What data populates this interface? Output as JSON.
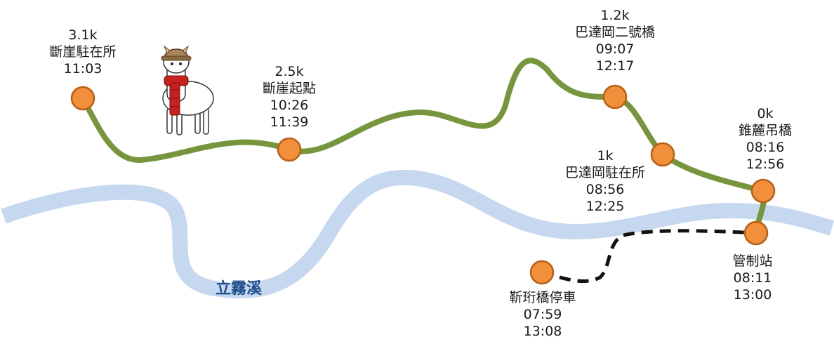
{
  "river": {
    "name": "立霧溪",
    "color": "#c6d8ef"
  },
  "colors": {
    "trail": "#76953c",
    "station": "#f28f3b",
    "station_stroke": "#b85f14",
    "access": "#111111"
  },
  "stations": [
    {
      "id": "s31",
      "lines": [
        "3.1k",
        "斷崖駐在所",
        "11:03"
      ]
    },
    {
      "id": "s25",
      "lines": [
        "2.5k",
        "斷崖起點",
        "10:26",
        "11:39"
      ]
    },
    {
      "id": "s12",
      "lines": [
        "1.2k",
        "巴達岡二號橋",
        "09:07",
        "12:17"
      ]
    },
    {
      "id": "s10",
      "lines": [
        "1k",
        "巴達岡駐在所",
        "08:56",
        "12:25"
      ]
    },
    {
      "id": "s00",
      "lines": [
        "0k",
        "錐麓吊橋",
        "08:16",
        "12:56"
      ]
    },
    {
      "id": "guard",
      "lines": [
        "管制站",
        "08:11",
        "13:00"
      ]
    },
    {
      "id": "parking",
      "lines": [
        "靳珩橋停車",
        "07:59",
        "13:08"
      ]
    }
  ],
  "mascot": {
    "icon": "alpaca-icon"
  }
}
